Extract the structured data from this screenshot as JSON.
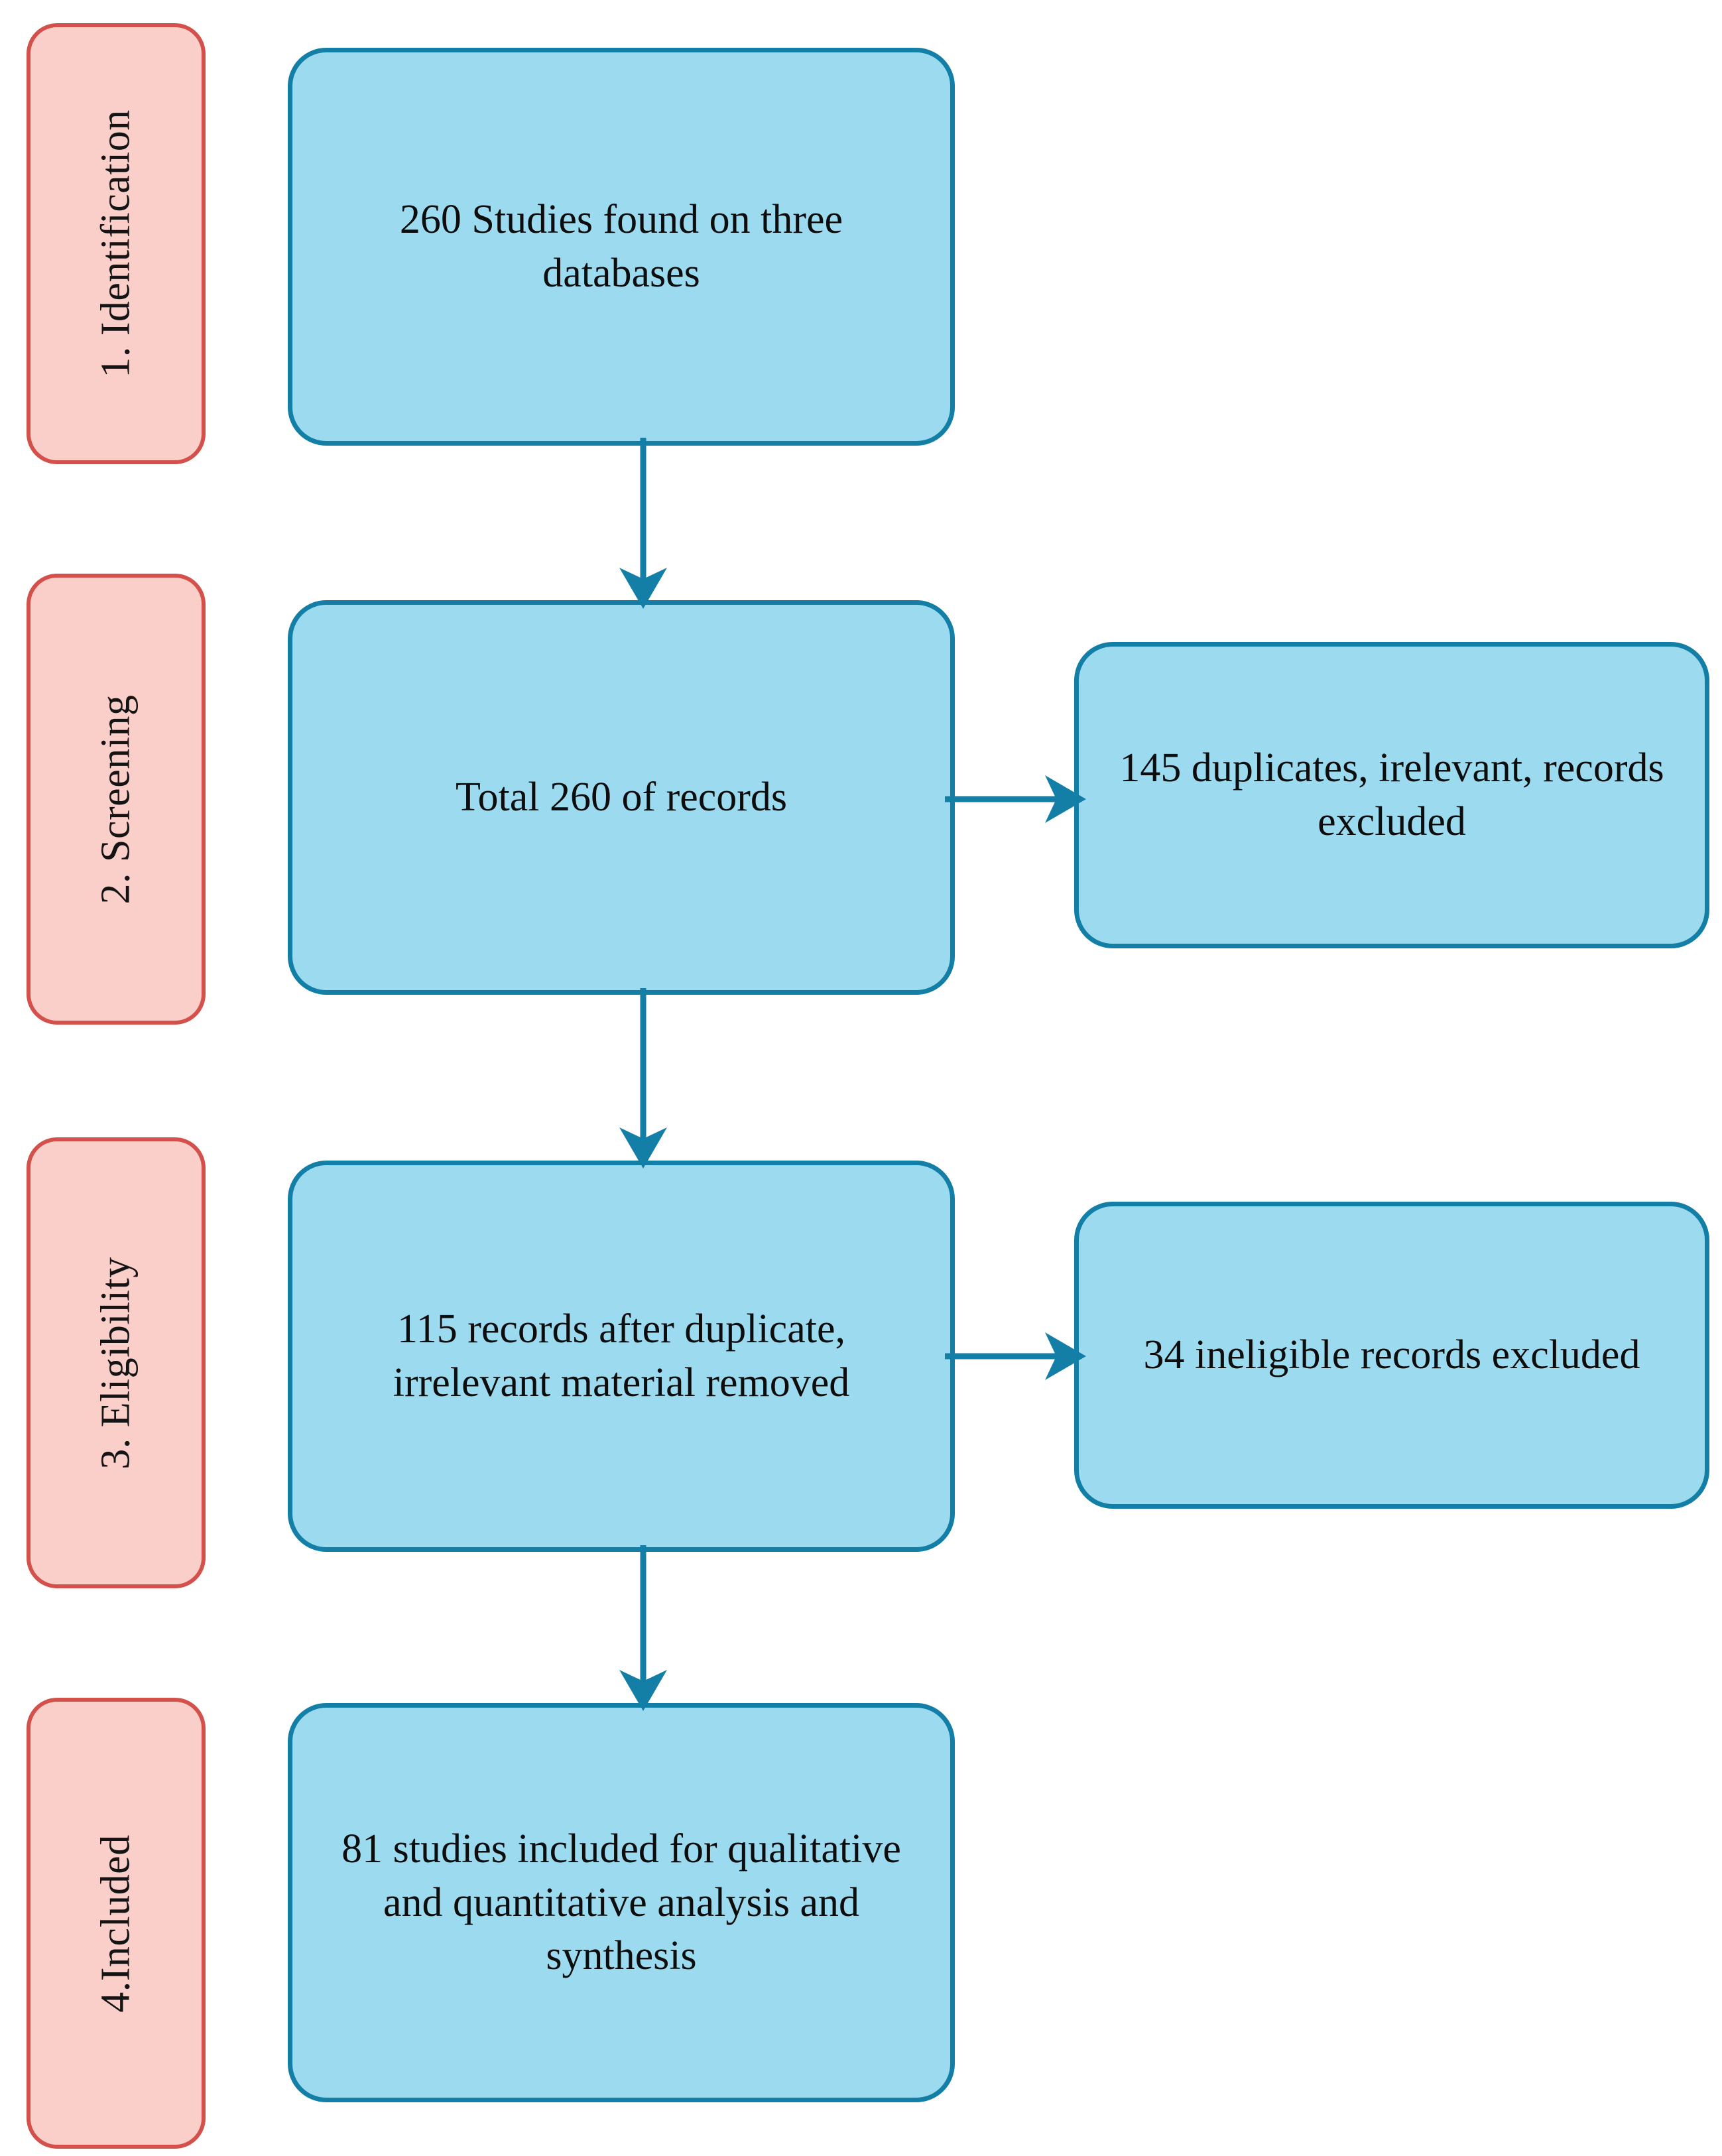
{
  "diagram": {
    "type": "prisma-flow-diagram",
    "accent_blue_fill": "#9CDBEF",
    "accent_blue_border": "#137FA6",
    "accent_pink_fill": "#FBCFC9",
    "accent_pink_border": "#D4504B",
    "arrow_color": "#137FA6",
    "background": "#FFFFFF"
  },
  "stages": [
    {
      "id": "identification",
      "label": "1. Identification"
    },
    {
      "id": "screening",
      "label": "2. Screening"
    },
    {
      "id": "eligibility",
      "label": "3. Eligibility"
    },
    {
      "id": "included",
      "label": "4.Included"
    }
  ],
  "nodes": {
    "identified": {
      "count": 260,
      "text": "260 Studies found on three databases"
    },
    "screened": {
      "count": 260,
      "text": "Total 260 of records"
    },
    "excluded_duplicates": {
      "count": 145,
      "text": "145 duplicates, irelevant, records excluded"
    },
    "eligible": {
      "count": 115,
      "text": "115  records after duplicate, irrelevant material removed"
    },
    "excluded_ineligible": {
      "count": 34,
      "text": "34  ineligible records excluded"
    },
    "included": {
      "count": 81,
      "text": "81 studies included for qualitative and quantitative analysis and synthesis"
    }
  },
  "flows": [
    {
      "from": "identified",
      "to": "screened",
      "direction": "down"
    },
    {
      "from": "screened",
      "to": "excluded_duplicates",
      "direction": "right"
    },
    {
      "from": "screened",
      "to": "eligible",
      "direction": "down"
    },
    {
      "from": "eligible",
      "to": "excluded_ineligible",
      "direction": "right"
    },
    {
      "from": "eligible",
      "to": "included",
      "direction": "down"
    }
  ]
}
